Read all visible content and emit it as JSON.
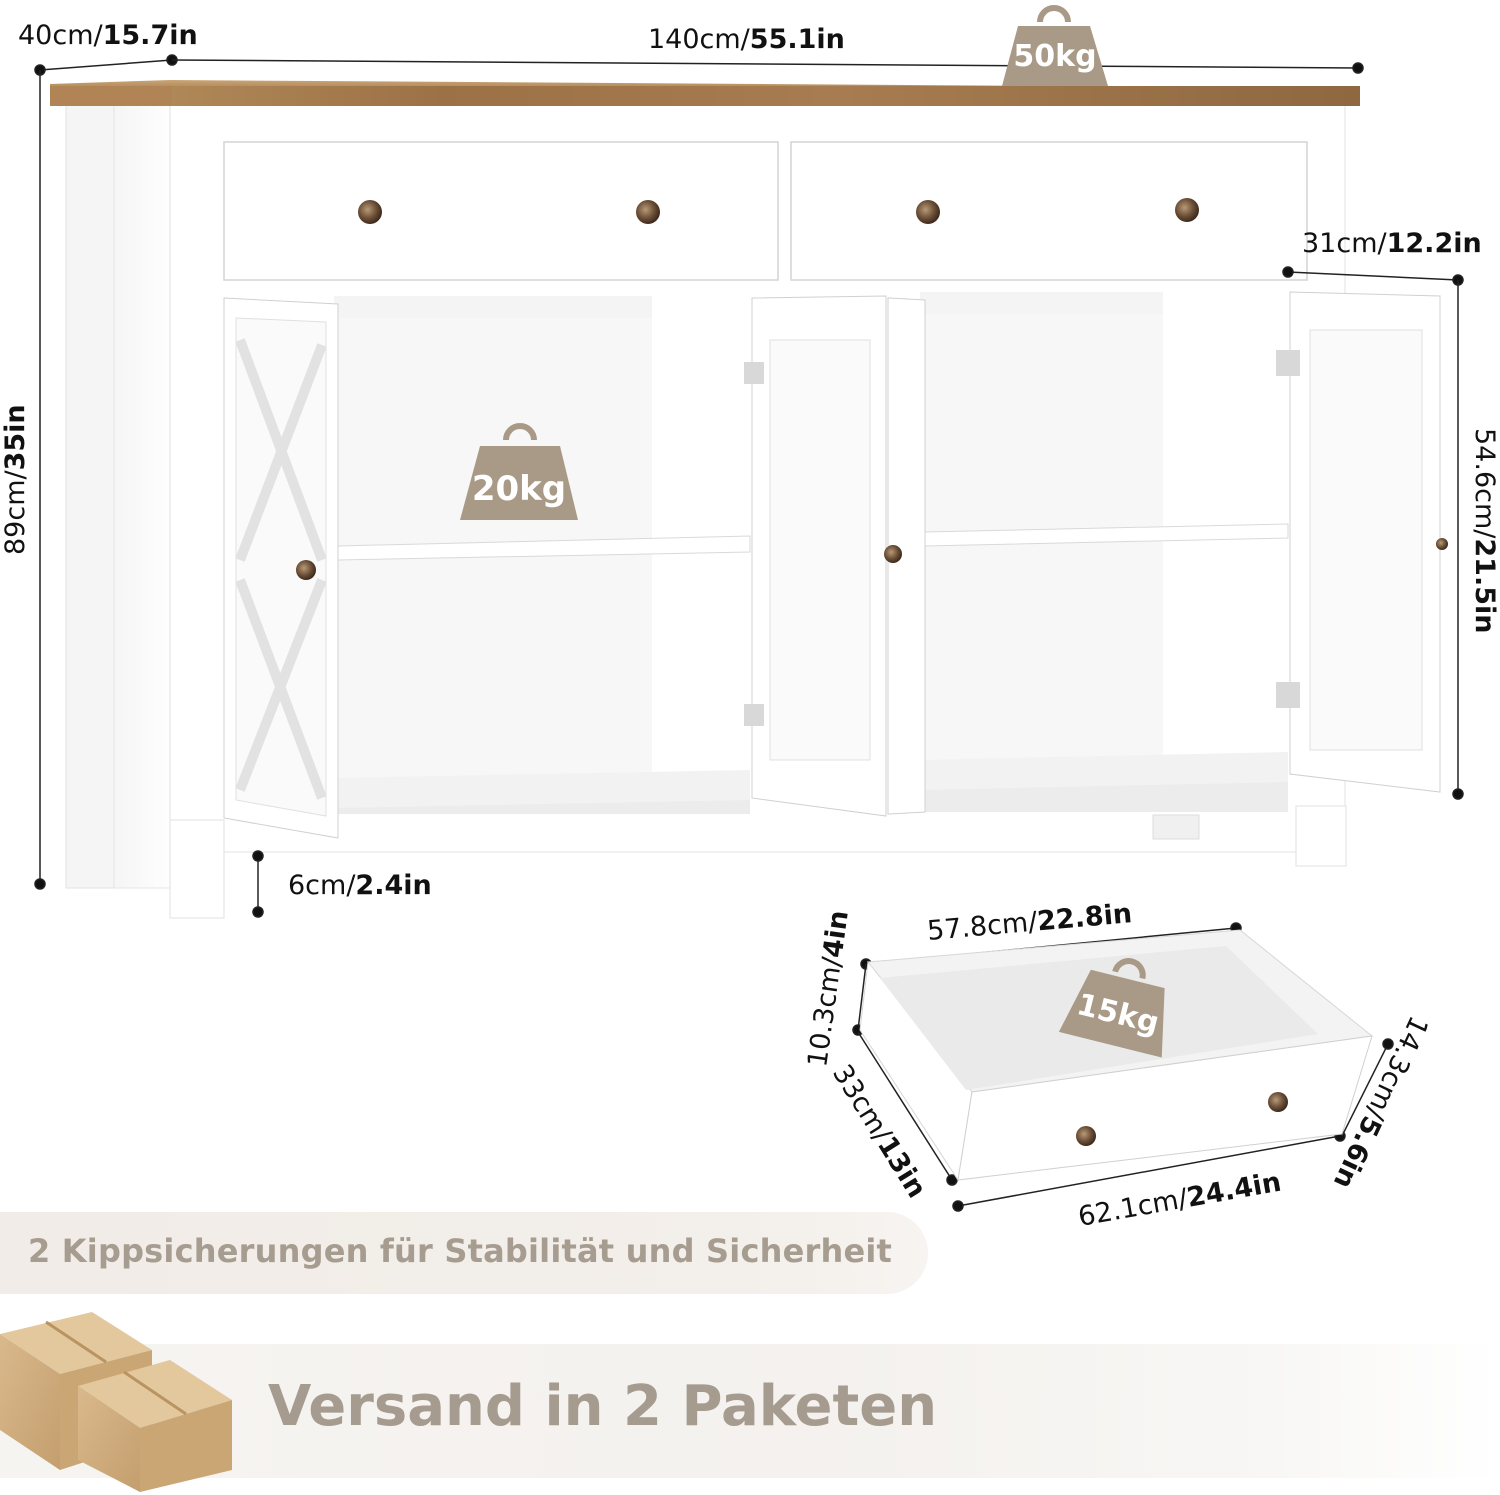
{
  "dimensions": {
    "depth": {
      "metric": "40cm/",
      "imperial": "15.7in"
    },
    "width": {
      "metric": "140cm/",
      "imperial": "55.1in"
    },
    "height": {
      "metric": "89cm/",
      "imperial": "35in"
    },
    "cabinet_depth": {
      "metric": "31cm/",
      "imperial": "12.2in"
    },
    "cabinet_height": {
      "metric": "54.6cm/",
      "imperial": "21.5in"
    },
    "leg_height": {
      "metric": "6cm/",
      "imperial": "2.4in"
    },
    "drawer_inner_width": {
      "metric": "57.8cm/",
      "imperial": "22.8in"
    },
    "drawer_height": {
      "metric": "10.3cm/",
      "imperial": "4in"
    },
    "drawer_depth": {
      "metric": "33cm/",
      "imperial": "13in"
    },
    "drawer_outer_width": {
      "metric": "62.1cm/",
      "imperial": "24.4in"
    },
    "drawer_front_height": {
      "metric": "14.3cm/",
      "imperial": "5.6in"
    }
  },
  "load_capacity": {
    "top": "50kg",
    "shelf": "20kg",
    "drawer": "15kg"
  },
  "features": {
    "anti_tip": "2 Kippsicherungen für Stabilität und Sicherheit",
    "shipping": "Versand in 2 Paketen"
  },
  "colors": {
    "wood_top": "#a0774f",
    "cabinet_white": "#ffffff",
    "weight_badge": "#a89a86",
    "knob_bronze": "#6b4f35",
    "banner_text": "#a79c90"
  },
  "icons": [
    "weight-icon",
    "box-icon"
  ]
}
